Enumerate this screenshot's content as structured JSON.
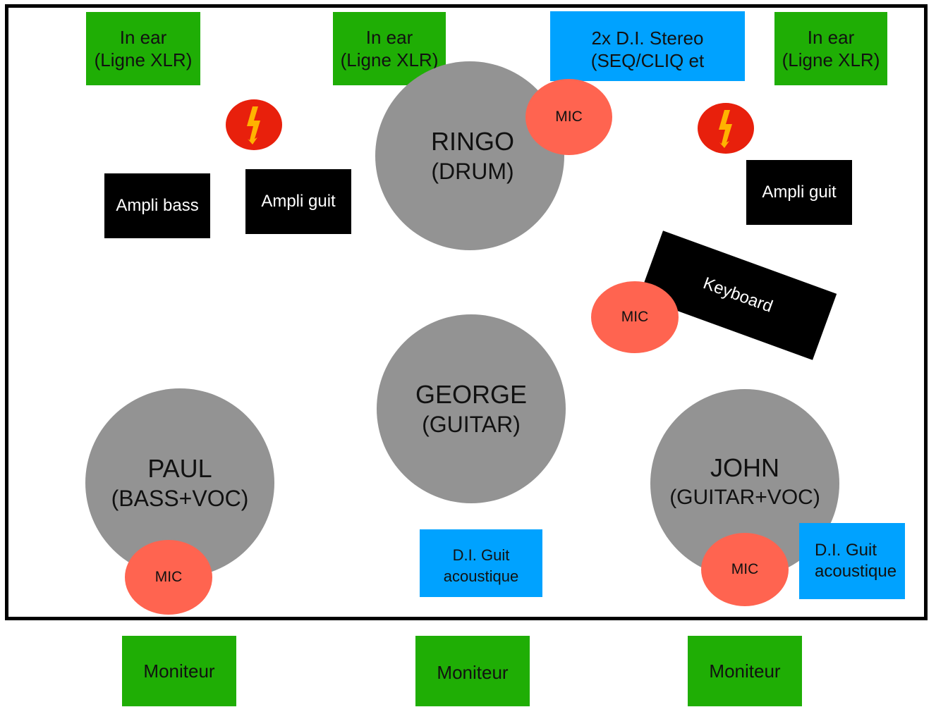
{
  "colors": {
    "in_ear": "#1fae05",
    "di": "#00a2ff",
    "amp": "#000000",
    "musician": "#939393",
    "mic": "#ff6450",
    "power": "#e8200c",
    "bolt": "#ffb300"
  },
  "icons": {
    "power_outlet": "lightning-bolt-icon"
  },
  "in_ear": [
    {
      "line1": "In ear",
      "line2": "(Ligne XLR)"
    },
    {
      "line1": "In ear",
      "line2": "(Ligne XLR)"
    },
    {
      "line1": "In ear",
      "line2": "(Ligne XLR)"
    }
  ],
  "di_stereo": {
    "line1": "2x D.I. Stereo",
    "line2": "(SEQ/CLIQ et"
  },
  "amps": {
    "bass": "Ampli bass",
    "guit_left": "Ampli guit",
    "guit_right": "Ampli guit"
  },
  "keyboard": "Keyboard",
  "musicians": {
    "ringo": {
      "name": "RINGO",
      "role": "(DRUM)"
    },
    "george": {
      "name": "GEORGE",
      "role": "(GUITAR)"
    },
    "paul": {
      "name": "PAUL",
      "role": "(BASS+VOC)"
    },
    "john": {
      "name": "JOHN",
      "role": "(GUITAR+VOC)"
    }
  },
  "mics": {
    "ringo": "MIC",
    "keyboard": "MIC",
    "paul": "MIC",
    "john": "MIC"
  },
  "di_guit": [
    {
      "line1": "D.I. Guit",
      "line2": "acoustique"
    },
    {
      "line1": "D.I. Guit",
      "line2": "acoustique"
    }
  ],
  "monitors": [
    "Moniteur",
    "Moniteur",
    "Moniteur"
  ]
}
